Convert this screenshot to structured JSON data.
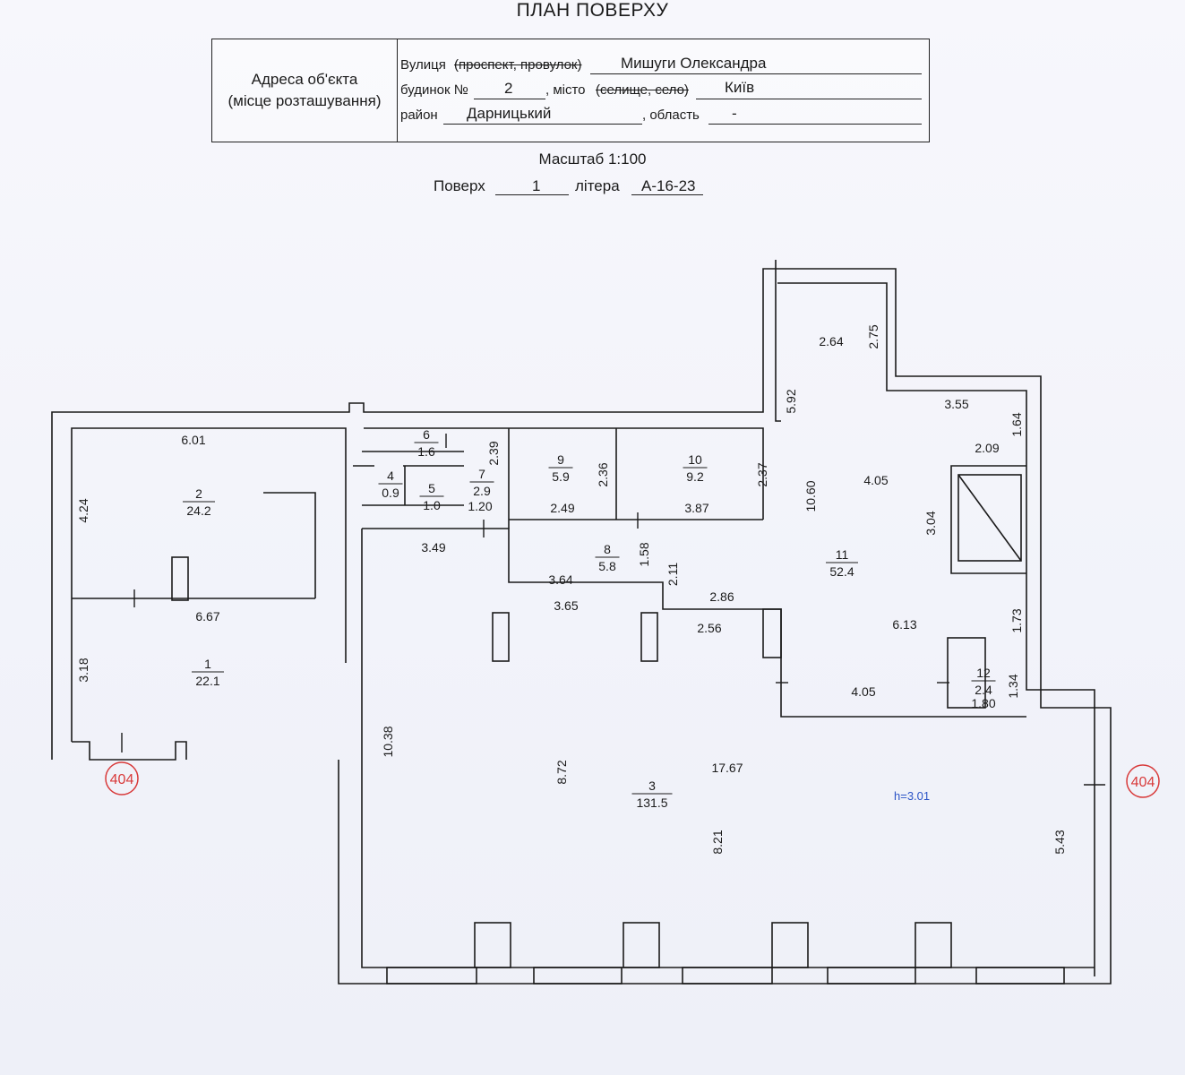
{
  "title": "ПЛАН ПОВЕРХУ",
  "address": {
    "object_label_line1": "Адреса об'єкта",
    "object_label_line2": "(місце розташування)",
    "street_label": "Вулиця",
    "street_struck": "(проспект, провулок)",
    "street_value": "Мишуги Олександра",
    "house_label": "будинок №",
    "house_value": "2",
    "city_label": ", місто",
    "city_struck": "(селище, село)",
    "city_value": "Київ",
    "district_label": "район",
    "district_value": "Дарницький",
    "region_label": ", область",
    "region_value": "-"
  },
  "scale_text": "Масштаб 1:100",
  "floor": {
    "floor_label": "Поверх",
    "floor_value": "1",
    "letter_label": "літера",
    "letter_value": "А-16-23"
  },
  "axis_marks": {
    "left": "404",
    "right": "404"
  },
  "height_note": "h=3.01",
  "rooms": [
    {
      "number": "1",
      "area": "22.1"
    },
    {
      "number": "2",
      "area": "24.2"
    },
    {
      "number": "3",
      "area": "131.5"
    },
    {
      "number": "4",
      "area": "0.9"
    },
    {
      "number": "5",
      "area": "1.0"
    },
    {
      "number": "6",
      "area": "1.6"
    },
    {
      "number": "7",
      "area": "2.9"
    },
    {
      "number": "8",
      "area": "5.8"
    },
    {
      "number": "9",
      "area": "5.9"
    },
    {
      "number": "10",
      "area": "9.2"
    },
    {
      "number": "11",
      "area": "52.4"
    },
    {
      "number": "12",
      "area": "2.4"
    }
  ],
  "dimensions": [
    "6.01",
    "4.24",
    "6.67",
    "3.18",
    "3.49",
    "10.38",
    "8.72",
    "17.67",
    "8.21",
    "5.43",
    "2.39",
    "1.20",
    "2.49",
    "2.36",
    "3.87",
    "2.37",
    "3.64",
    "3.65",
    "1.58",
    "2.11",
    "2.86",
    "2.56",
    "5.92",
    "2.64",
    "2.75",
    "3.55",
    "1.64",
    "2.09",
    "10.60",
    "4.05",
    "3.04",
    "6.13",
    "1.73",
    "4.05",
    "1.34",
    "1.80"
  ]
}
